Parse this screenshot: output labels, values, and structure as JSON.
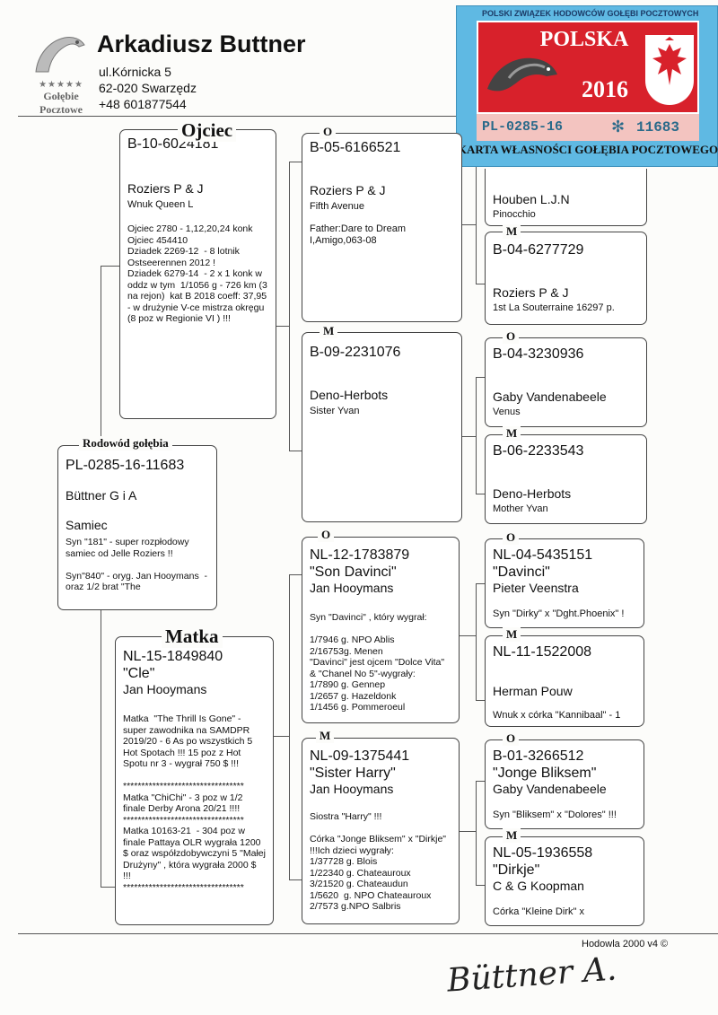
{
  "header": {
    "logo_stars": "★★★★★",
    "logo_line1": "Gołębie",
    "logo_line2": "Pocztowe",
    "name": "Arkadiusz Buttner",
    "street": "ul.Kórnicka 5",
    "city": "62-020 Swarzędz",
    "phone": "+48 601877544"
  },
  "sticker": {
    "ring_text": "POLSKI ZWIĄZEK HODOWCÓW GOŁĘBI POCZTOWYCH",
    "country": "POLSKA",
    "year": "2016",
    "ring_prefix": "PL-0285-16",
    "asterisk": "✻",
    "ring_number": "11683",
    "footer": "KARTA WŁASNOŚCI GOŁĘBIA POCZTOWEGO",
    "colors": {
      "red": "#d8212b",
      "blue": "#5fb9e3",
      "pink": "#f3c4c0"
    }
  },
  "main": {
    "label": "Rodowód gołębia",
    "ring": "PL-0285-16-11683",
    "owner": "Büttner G i A",
    "sex": "Samiec",
    "note": "Syn \"181\" - super rozpłodowy samiec od Jelle Roziers !!\n\nSyn\"840\" - oryg. Jan Hooymans  - oraz 1/2 brat \"The"
  },
  "father": {
    "label": "Ojciec",
    "ring": "B-10-6024181",
    "owner": "Roziers P & J",
    "name": "Wnuk Queen L",
    "note": "Ojciec 2780 - 1,12,20,24 konk\nOjciec 454410\nDziadek 2269-12  - 8 lotnik Ostseerennen 2012 !\nDziadek 6279-14  - 2 x 1 konk w oddz w tym  1/1056 g - 726 km (3 na rejon)  kat B 2018 coeff: 37,95 - w drużynie V-ce mistrza okręgu (8 poz w Regionie VI ) !!!"
  },
  "mother": {
    "label": "Matka",
    "ring": "NL-15-1849840",
    "name_quote": "\"Cle\"",
    "owner": "Jan Hooymans",
    "note": "Matka  \"The Thrill Is Gone\" - super zawodnika na SAMDPR 2019/20 - 6 As po wszystkich 5 Hot Spotach !!! 15 poz z Hot Spotu nr 3 - wygrał 750 $ !!!\n\n*********************************\nMatka \"ChiChi\" - 3 poz w 1/2 finale Derby Arona 20/21 !!!!\n*********************************\nMatka 10163-21  - 304 poz w finale Pattaya OLR wygrała 1200 $ oraz współzdobywczyni 5 \"Małej Drużyny\" , która wygrała 2000 $ !!!\n*********************************"
  },
  "ff": {
    "label": "O",
    "ring": "B-05-6166521",
    "owner": "Roziers P & J",
    "name": "Fifth Avenue",
    "note": "Father:Dare to Dream\nI,Amigo,063-08"
  },
  "fm": {
    "label": "M",
    "ring": "B-09-2231076",
    "owner": "Deno-Herbots",
    "name": "Sister Yvan"
  },
  "mf": {
    "label": "O",
    "ring": "NL-12-1783879",
    "name_quote": "\"Son Davinci\"",
    "owner": "Jan Hooymans",
    "note": "Syn \"Davinci\" , który wygrał:\n\n1/7946 g. NPO Ablis\n2/16753g. Menen\n\"Davinci\" jest ojcem \"Dolce Vita\" & \"Chanel No 5\"-wygrały:\n1/7890 g. Gennep\n1/2657 g. Hazeldonk\n1/1456 g. Pommeroeul"
  },
  "mm": {
    "label": "M",
    "ring": "NL-09-1375441",
    "name_quote": "\"Sister Harry\"",
    "owner": "Jan Hooymans",
    "note": "Siostra \"Harry\" !!!\n\nCórka \"Jonge Bliksem\" x \"Dirkje\" !!!Ich dzieci wygrały:\n1/37728 g. Blois\n1/22340 g. Chateauroux\n3/21520 g. Chateaudun\n1/5620  g. NPO Chateauroux\n2/7573 g.NPO Salbris"
  },
  "fff": {
    "owner": "Houben L.J.N",
    "name": "Pinocchio"
  },
  "ffm": {
    "label": "M",
    "ring": "B-04-6277729",
    "owner": "Roziers P & J",
    "name": "1st La Souterraine 16297 p."
  },
  "fmf": {
    "label": "O",
    "ring": "B-04-3230936",
    "owner": "Gaby Vandenabeele",
    "name": "Venus"
  },
  "fmm": {
    "label": "M",
    "ring": "B-06-2233543",
    "owner": "Deno-Herbots",
    "name": "Mother Yvan"
  },
  "mff": {
    "label": "O",
    "ring": "NL-04-5435151",
    "name_quote": "\"Davinci\"",
    "owner": "Pieter Veenstra",
    "note": "Syn \"Dirky\" x \"Dght.Phoenix\" !"
  },
  "mfm": {
    "label": "M",
    "ring": "NL-11-1522008",
    "owner": "Herman Pouw",
    "note": "Wnuk x córka \"Kannibaal\" - 1"
  },
  "mmf": {
    "label": "O",
    "ring": "B-01-3266512",
    "name_quote": "\"Jonge Bliksem\"",
    "owner": "Gaby Vandenabeele",
    "note": "Syn \"Bliksem\" x \"Dolores\" !!!"
  },
  "mmm": {
    "label": "M",
    "ring": "NL-05-1936558",
    "name_quote": "\"Dirkje\"",
    "owner": "C & G Koopman",
    "note": "Córka \"Kleine Dirk\" x"
  },
  "footer": {
    "software": "Hodowla 2000 v4 ©",
    "signature": "Büttner A."
  }
}
